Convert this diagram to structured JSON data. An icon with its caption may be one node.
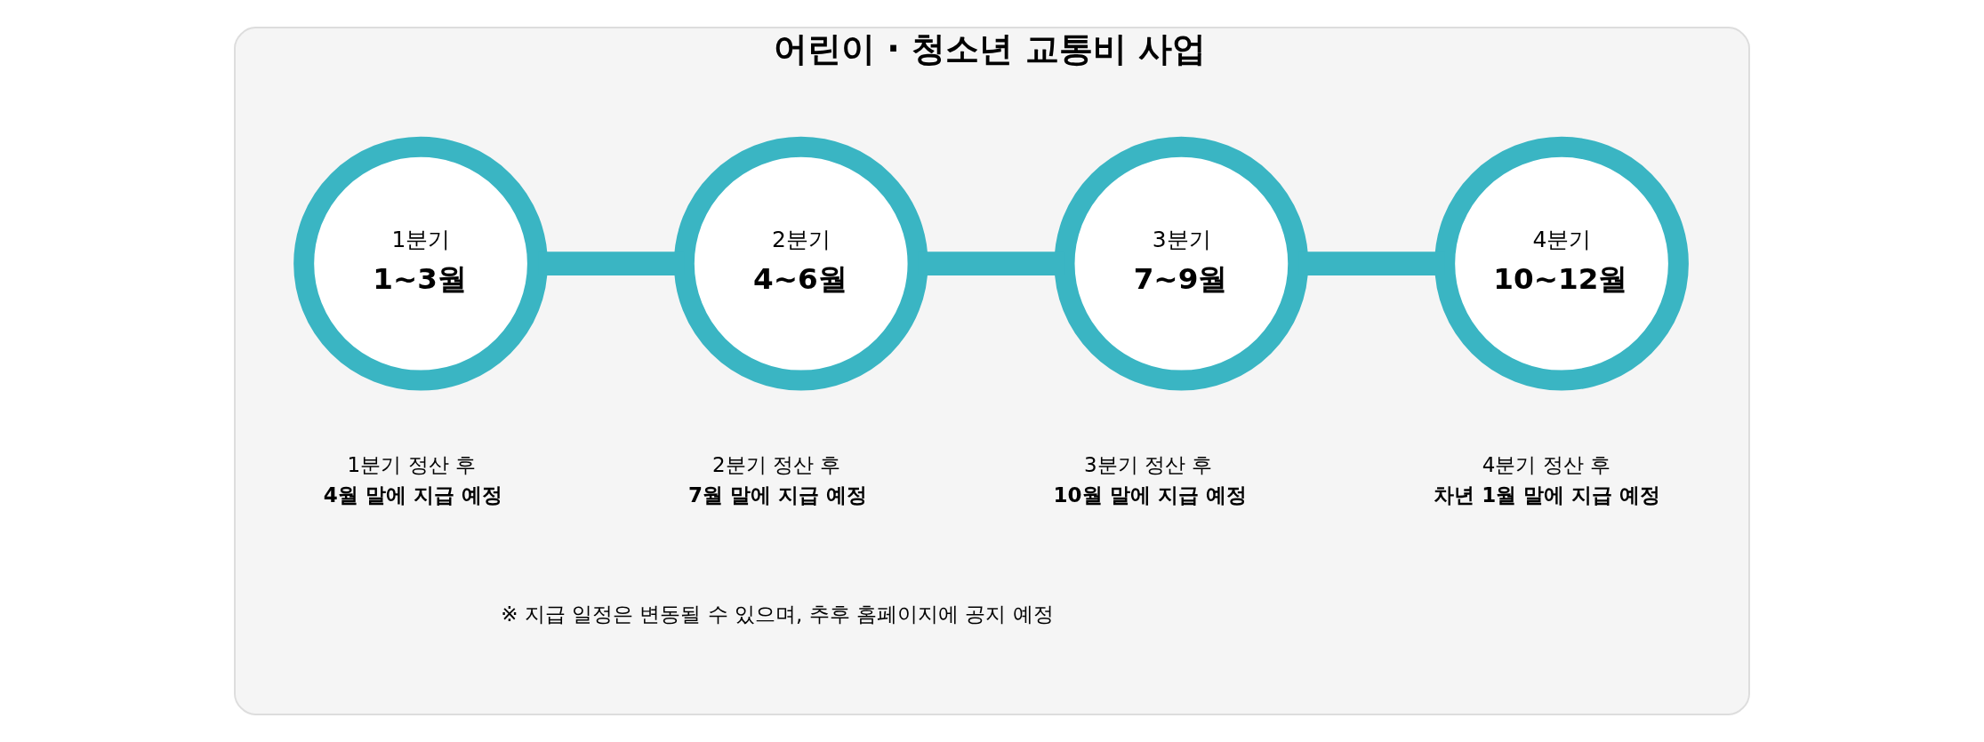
{
  "diagram": {
    "nodes": [
      {
        "text": [
          "어린이 · 청소년 교통비 사업"
        ]
      },
      {
        "text": [
          "1분기",
          "1~3월"
        ],
        "in": 0,
        "beside": [
          "1분기 정산 후",
          "4월 말에 지급 예정"
        ]
      },
      {
        "text": [
          "2분기",
          "4~6월"
        ],
        "in": 0,
        "beside": [
          "2분기 정산 후",
          "7월 말에 지급 예정"
        ]
      },
      {
        "text": [
          "3분기",
          "7~9월"
        ],
        "in": 0,
        "beside": [
          "3분기 정산 후",
          "10월 말에 지급 예정"
        ]
      },
      {
        "text": [
          "4분기",
          "10~12월"
        ],
        "in": 0,
        "beside": [
          "4분기 정산 후",
          "차년 1월 말에 지급 예정"
        ]
      }
    ],
    "edges": [
      {
        "from": 1,
        "to": 2,
        "arrow": "none"
      },
      {
        "from": 2,
        "to": 3,
        "arrow": "none"
      },
      {
        "from": 3,
        "to": 4,
        "arrow": "none"
      }
    ],
    "labels": [
      "※ 지급 일정은 변동될 수 있으며, 추후 홈페이지에 공지 예정"
    ]
  }
}
